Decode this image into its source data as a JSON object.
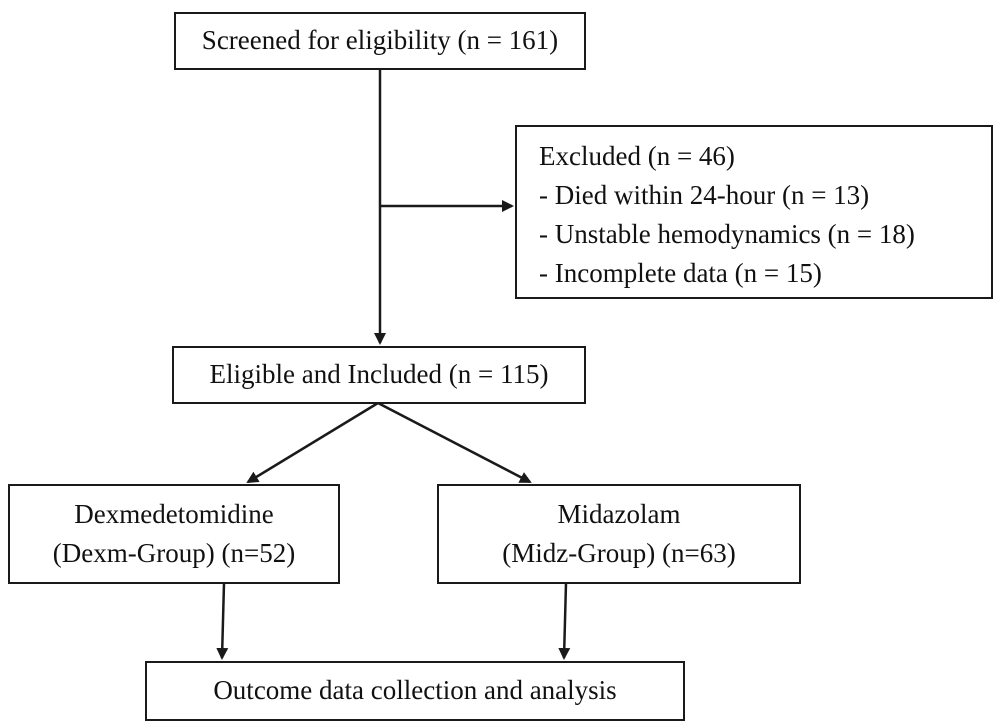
{
  "screened": {
    "text": "Screened for eligibility (n = 161)"
  },
  "excluded": {
    "title": "Excluded (n = 46)",
    "items": [
      "- Died within 24-hour (n = 13)",
      "- Unstable hemodynamics (n = 18)",
      "- Incomplete data (n = 15)"
    ]
  },
  "included": {
    "text": "Eligible and Included (n = 115)"
  },
  "dexm": {
    "line1": "Dexmedetomidine",
    "line2": "(Dexm-Group) (n=52)"
  },
  "midz": {
    "line1": "Midazolam",
    "line2": "(Midz-Group) (n=63)"
  },
  "outcome": {
    "text": "Outcome data collection and analysis"
  }
}
